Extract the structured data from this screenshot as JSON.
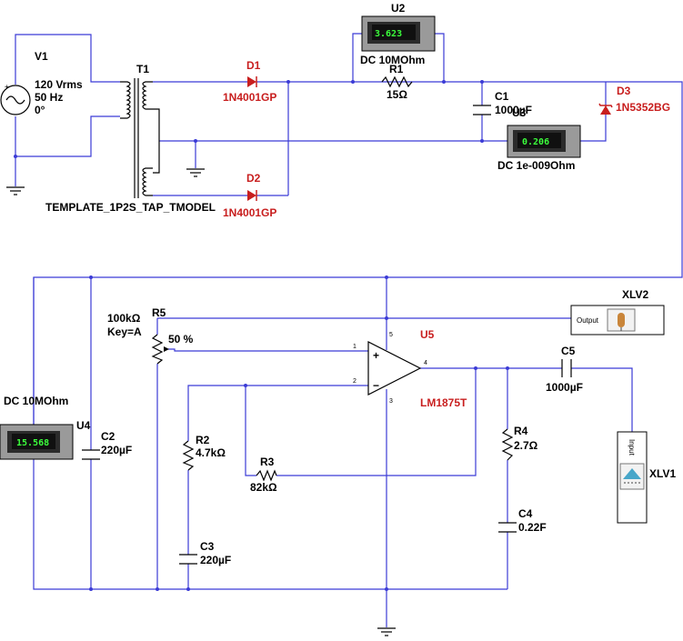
{
  "components": {
    "v1": {
      "ref": "V1",
      "line1": "120 Vrms",
      "line2": "50 Hz",
      "line3": "0°"
    },
    "t1": {
      "ref": "T1",
      "model": "TEMPLATE_1P2S_TAP_TMODEL"
    },
    "d1": {
      "ref": "D1",
      "part": "1N4001GP"
    },
    "d2": {
      "ref": "D2",
      "part": "1N4001GP"
    },
    "d3": {
      "ref": "D3",
      "part": "1N5352BG"
    },
    "u2": {
      "ref": "U2",
      "reading": "3.623",
      "mode": "DC  10MOhm"
    },
    "u3": {
      "ref": "U3",
      "reading": "0.206",
      "mode": "DC  1e-009Ohm"
    },
    "u4": {
      "ref": "U4",
      "reading": "15.568",
      "mode": "DC  10MOhm"
    },
    "r1": {
      "ref": "R1",
      "value": "15Ω"
    },
    "c1": {
      "ref": "C1",
      "value": "1000µF"
    },
    "r5": {
      "ref": "R5",
      "value": "100kΩ",
      "key": "Key=A",
      "percent": "50 %"
    },
    "u5": {
      "ref": "U5",
      "part": "LM1875T",
      "pins": {
        "p1": "1",
        "p2": "2",
        "p3": "3",
        "p4": "4",
        "p5": "5"
      }
    },
    "c2": {
      "ref": "C2",
      "value": "220µF"
    },
    "r2": {
      "ref": "R2",
      "value": "4.7kΩ"
    },
    "r3": {
      "ref": "R3",
      "value": "82kΩ"
    },
    "c3": {
      "ref": "C3",
      "value": "220µF"
    },
    "r4": {
      "ref": "R4",
      "value": "2.7Ω"
    },
    "c4": {
      "ref": "C4",
      "value": "0.22F"
    },
    "c5": {
      "ref": "C5",
      "value": "1000µF"
    },
    "xlv2": {
      "ref": "XLV2",
      "port": "Output"
    },
    "xlv1": {
      "ref": "XLV1",
      "port": "Input"
    }
  },
  "colors": {
    "wire": "#3b3bd6",
    "part_red": "#c81e1e",
    "meter_bg": "#2b2b2b",
    "meter_text": "#3cff3c"
  }
}
